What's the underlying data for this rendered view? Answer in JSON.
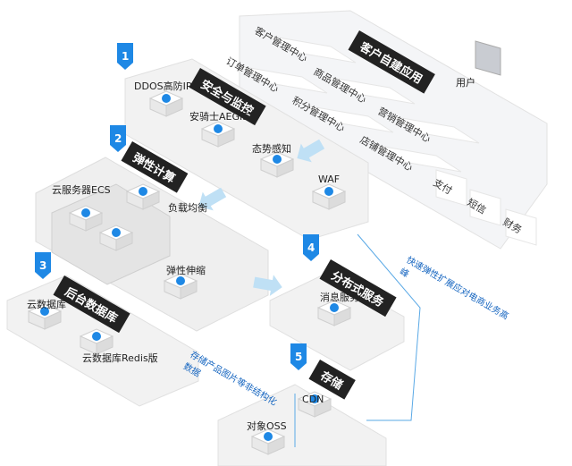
{
  "steps": [
    {
      "num": "1",
      "title": "安全与监控"
    },
    {
      "num": "2",
      "title": "弹性计算"
    },
    {
      "num": "3",
      "title": "后台数据库"
    },
    {
      "num": "4",
      "title": "分布式服务"
    },
    {
      "num": "5",
      "title": "存储"
    }
  ],
  "customer": {
    "title": "客户自建应用",
    "user_label": "用户",
    "centers": [
      "客户管理中心",
      "订单管理中心",
      "商品管理中心",
      "积分管理中心",
      "营销管理中心",
      "店铺管理中心"
    ],
    "services": [
      "支付",
      "短信",
      "财务"
    ]
  },
  "security": {
    "items": [
      "DDOS高防IP",
      "安骑士AEGIS",
      "态势感知",
      "WAF"
    ]
  },
  "compute": {
    "items": [
      "云服务器ECS",
      "负载均衡",
      "弹性伸缩"
    ]
  },
  "database": {
    "items": [
      "云数据库",
      "云数据库Redis版"
    ]
  },
  "distributed": {
    "items": [
      "消息服务"
    ],
    "note": "快速弹性扩展应对电商业务高峰"
  },
  "storage": {
    "items": [
      "CDN",
      "对象OSS"
    ],
    "note": "存储产品图片等非结构化数据"
  },
  "colors": {
    "accent": "#1e88e5",
    "banner": "#222222",
    "platform": "#f2f2f2",
    "line": "#5aa9e6"
  }
}
